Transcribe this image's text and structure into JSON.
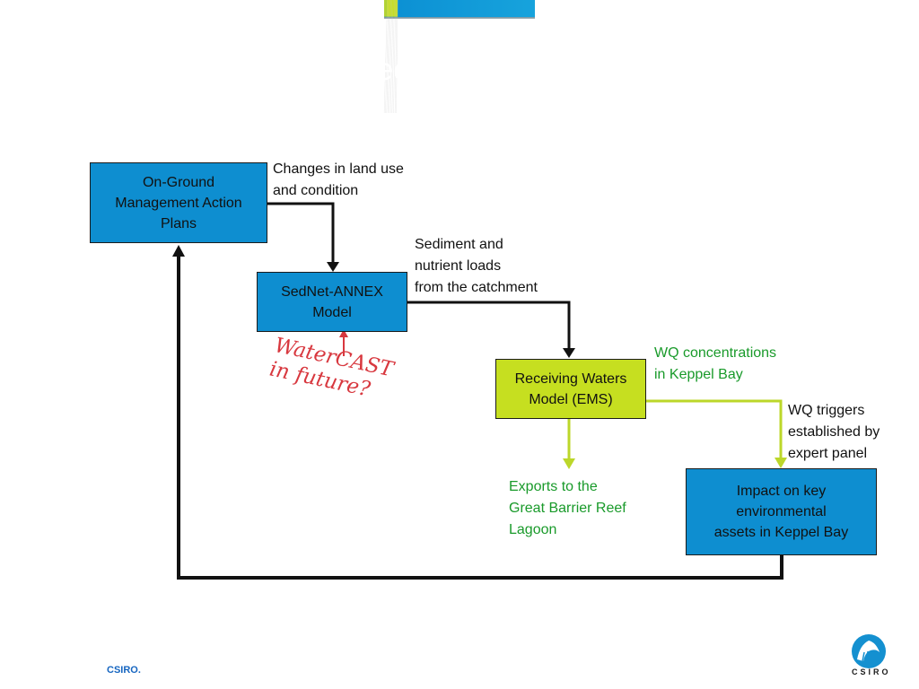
{
  "slide": {
    "title": "FBA modelling projects: path to impact",
    "footer": "CSIRO.",
    "logo": {
      "name": "csiro-logo",
      "word": "CSIRO"
    }
  },
  "boxes": {
    "on_ground": "On-Ground\nManagement Action\nPlans",
    "sednet": "SedNet-ANNEX\nModel",
    "receiving": "Receiving Waters\nModel (EMS)",
    "impact": "Impact on key\nenvironmental\nassets in Keppel Bay"
  },
  "labels": {
    "land_use": "Changes in land use\nand condition",
    "sediment": "Sediment and\nnutrient loads\nfrom the catchment",
    "wq_conc": "WQ concentrations\nin Keppel Bay",
    "wq_triggers": "WQ triggers\nestablished by\nexpert panel",
    "exports": "Exports to the\nGreat Barrier Reef\nLagoon",
    "watercast": "WaterCAST\nin future?"
  },
  "colors": {
    "header_blue": "#0e8ed0",
    "accent_green": "#c6df20",
    "box_blue": "#0e8ed0",
    "green_text": "#199a2a",
    "handwriting_red": "#d8383f"
  }
}
